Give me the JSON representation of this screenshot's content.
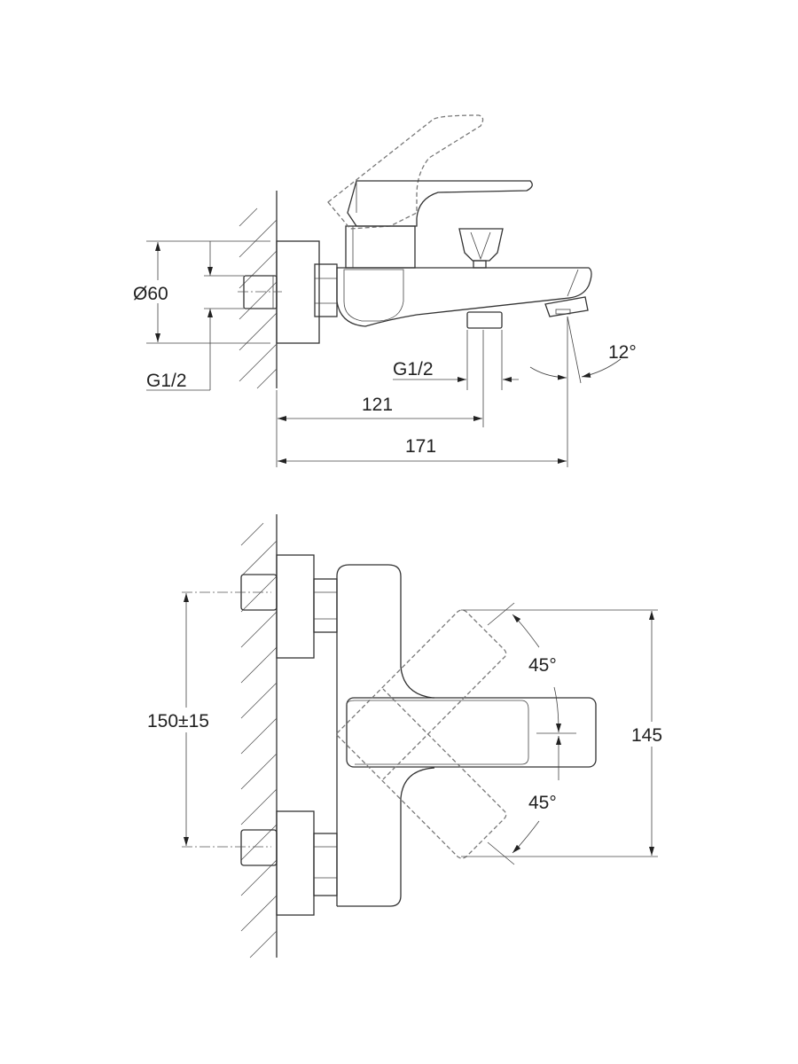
{
  "side_view": {
    "dim_diameter": "Ø60",
    "dim_inlet_thread": "G1/2",
    "dim_outlet_thread": "G1/2",
    "dim_outlet_distance": "121",
    "dim_total_projection": "171",
    "dim_spout_angle": "12°"
  },
  "front_view": {
    "dim_inlet_spacing": "150±15",
    "dim_lever_sweep": "145",
    "dim_angle_up": "45°",
    "dim_angle_down": "45°"
  }
}
